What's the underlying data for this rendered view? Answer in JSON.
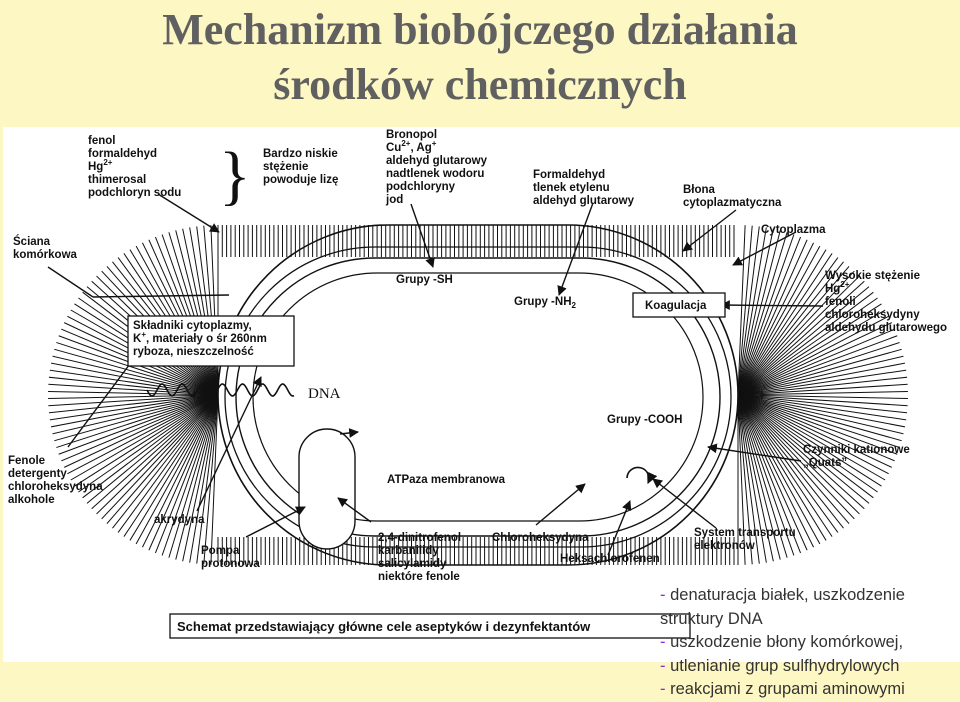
{
  "title": {
    "line1": "Mechanizm biobójczego działania",
    "line2": "środków chemicznych"
  },
  "diagram": {
    "label_fenol_group": [
      "fenol",
      "formaldehyd",
      "Hg",
      "thimerosal",
      "podchloryn sodu"
    ],
    "hg_superscript": "2+",
    "label_low_conc": [
      "Bardzo niskie",
      "stężenie",
      "powoduje lizę"
    ],
    "label_bronopol_group": [
      "Bronopol",
      "Cu",
      "aldehyd glutarowy",
      "nadtlenek wodoru",
      "podchloryny",
      "jod"
    ],
    "cu_ag_sup": [
      "2+",
      ", Ag",
      "+"
    ],
    "label_formaldehyd_group": [
      "Formaldehyd",
      "tlenek etylenu",
      "aldehyd glutarowy"
    ],
    "label_blona": [
      "Błona",
      "cytoplazmatyczna"
    ],
    "label_sciana": [
      "Ściana",
      "komórkowa"
    ],
    "label_cytoplazma": "Cytoplazma",
    "label_grupy_sh": "Grupy -SH",
    "label_grupy_nh2": "Grupy -NH",
    "nh2_sub": "2",
    "label_koagulacja": "Koagulacja",
    "label_wysokie": [
      "Wysokie stężenie",
      "Hg",
      "fenoli",
      "chloroheksydyny",
      "aldehydu glutarowego"
    ],
    "label_skladniki": [
      "Składniki cytoplazmy,",
      "K",
      ", materiały o śr 260nm",
      "ryboza, nieszczelność"
    ],
    "k_sup": "+",
    "label_dna": "DNA",
    "label_grupy_cooh": "Grupy -COOH",
    "label_czynniki": [
      "Czynniki kationowe",
      "„Quats”"
    ],
    "label_fenole": [
      "Fenole",
      "detergenty",
      "chloroheksydyna",
      "alkohole"
    ],
    "label_atpaza": "ATPaza membranowa",
    "label_akrydyna": "akrydyna",
    "label_pompa": [
      "Pompa",
      "protonowa"
    ],
    "label_dinitrofenol": [
      "2,4-dinitrofenol",
      "karbanilidy",
      "salicylamidy",
      "niektóre fenole"
    ],
    "label_chloroheksydyna": "Chloroheksydyna",
    "label_heksachlorofen": "Heksachlorofenen",
    "label_system": [
      "System transportu",
      "elektronów"
    ],
    "caption": "Schemat przedstawiający główne cele aseptyków i dezynfektantów"
  },
  "summary": {
    "items": [
      [
        "- ",
        "denaturacja białek, uszkodzenie"
      ],
      [
        "",
        "struktury DNA"
      ],
      [
        "- ",
        "uszkodzenie błony komórkowej,"
      ],
      [
        "- ",
        "utlenianie grup sulfhydrylowych"
      ],
      [
        "- ",
        "reakcjami z grupami aminowymi"
      ]
    ]
  }
}
